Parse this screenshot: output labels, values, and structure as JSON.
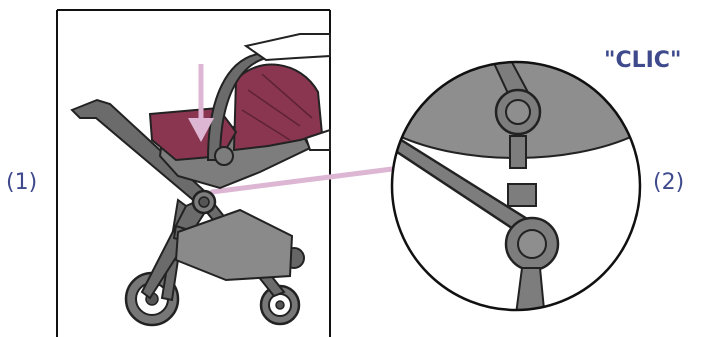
{
  "labels": {
    "step_left": "(1)",
    "step_right": "(2)",
    "clic": "\"CLIC\""
  },
  "colors": {
    "label": "#3f4a8c",
    "pointer": "#dcb6d3",
    "canopy": "#8a3651",
    "frame": "#555555",
    "body": "#7d7d7d",
    "detail_bg": "#8e8e8e"
  }
}
